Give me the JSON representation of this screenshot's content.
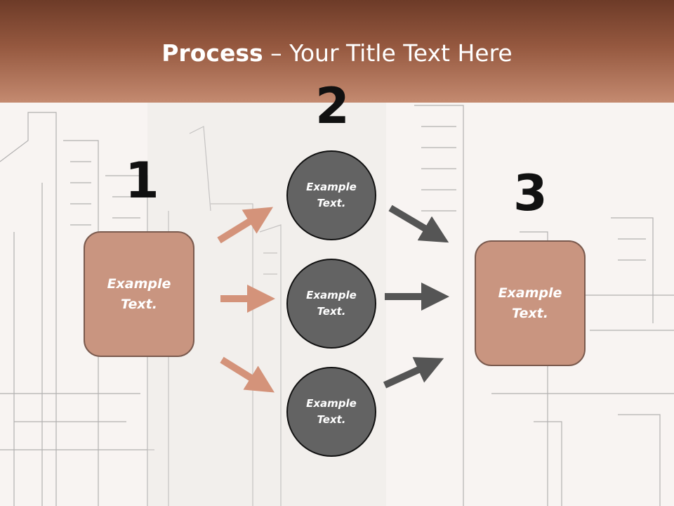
{
  "title": {
    "bold": "Process",
    "rest": " – Your Title Text Here"
  },
  "steps": [
    {
      "number": "1",
      "box_text": "Example\nText."
    },
    {
      "number": "2"
    },
    {
      "number": "3",
      "box_text": "Example\nText."
    }
  ],
  "circles": [
    {
      "text": "Example\nText."
    },
    {
      "text": "Example\nText."
    },
    {
      "text": "Example\nText."
    }
  ],
  "colors": {
    "header": "#95583f",
    "box_fill": "#c99580",
    "circle_fill": "#636363",
    "arrow_left": "#d4937a",
    "arrow_right": "#555555"
  }
}
